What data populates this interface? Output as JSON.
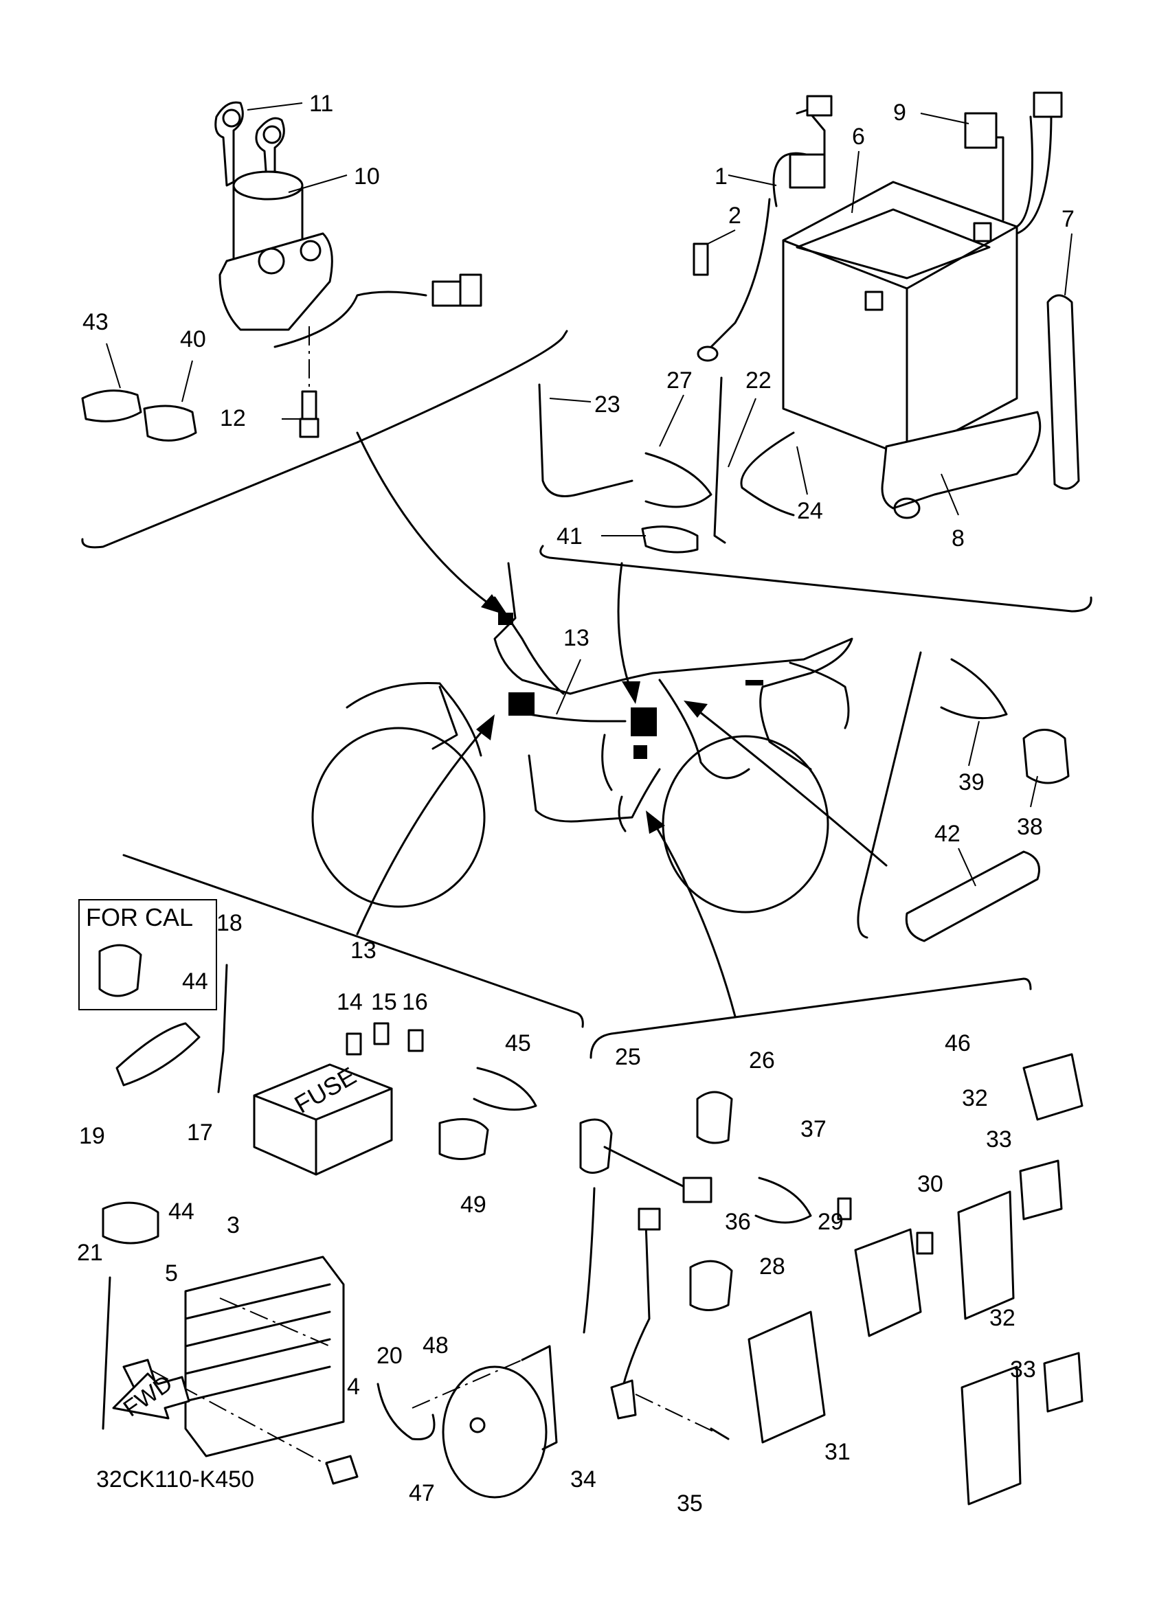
{
  "diagram": {
    "part_code": "32CK110-K450",
    "region_box_label": "FOR CAL",
    "fuse_box_label": "FUSE",
    "fwd_label": "FWD",
    "callouts": {
      "c1": "1",
      "c2": "2",
      "c3": "3",
      "c4": "4",
      "c5": "5",
      "c6": "6",
      "c7": "7",
      "c8": "8",
      "c9": "9",
      "c10": "10",
      "c11": "11",
      "c12": "12",
      "c13a": "13",
      "c13b": "13",
      "c14": "14",
      "c15": "15",
      "c16": "16",
      "c17": "17",
      "c18": "18",
      "c19": "19",
      "c20": "20",
      "c21": "21",
      "c22": "22",
      "c23": "23",
      "c24": "24",
      "c25": "25",
      "c26": "26",
      "c27": "27",
      "c28": "28",
      "c29": "29",
      "c30": "30",
      "c31": "31",
      "c32a": "32",
      "c32b": "32",
      "c33a": "33",
      "c33b": "33",
      "c34": "34",
      "c35": "35",
      "c36": "36",
      "c37": "37",
      "c38": "38",
      "c39": "39",
      "c40": "40",
      "c41": "41",
      "c42": "42",
      "c43": "43",
      "c44a": "44",
      "c44b": "44",
      "c45": "45",
      "c46": "46",
      "c47": "47",
      "c48": "48",
      "c49": "49"
    }
  }
}
